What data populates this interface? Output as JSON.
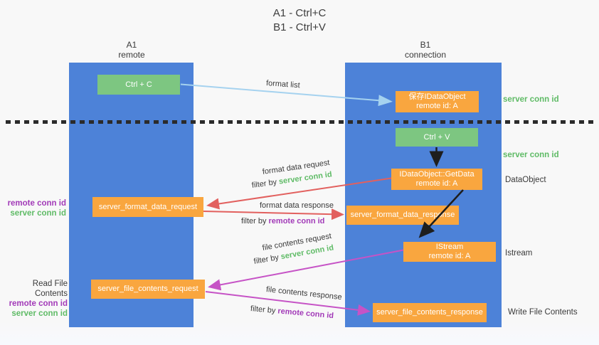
{
  "title": {
    "line1": "A1 - Ctrl+C",
    "line2": "B1 - Ctrl+V"
  },
  "lanes": {
    "left": {
      "id": "A1",
      "role": "remote"
    },
    "right": {
      "id": "B1",
      "role": "connection"
    }
  },
  "nodes": {
    "ctrl_c": "Ctrl + C",
    "ctrl_v": "Ctrl + V",
    "save_idataobject": {
      "line1": "保存IDataObject",
      "line2": "remote id: A"
    },
    "getdata": {
      "line1": "IDataObject::GetData",
      "line2": "remote id: A"
    },
    "format_request": "server_format_data_request",
    "format_response": "server_format_data_response",
    "istream": {
      "line1": "IStream",
      "line2": "remote id: A"
    },
    "file_request": "server_file_contents_request",
    "file_response": "server_file_contents_response"
  },
  "edge_labels": {
    "format_list": "format list",
    "format_data_request": "format data request",
    "format_data_response": "format data response",
    "file_contents_request": "file contents request",
    "file_contents_response": "file contents response",
    "filter_by": "filter by",
    "server_conn_id": "server conn id",
    "remote_conn_id": "remote conn id"
  },
  "side_labels": {
    "server_conn_id_top": "server conn id",
    "server_conn_id_mid": "server conn id",
    "dataobject": "DataObject",
    "istream": "Istream",
    "write_file_contents": "Write File Contents",
    "read_file_contents": "Read File Contents",
    "remote_conn_id": "remote conn id",
    "server_conn_id": "server conn id"
  },
  "colors": {
    "lane_blue": "#4d82d8",
    "node_green": "#7dc681",
    "node_orange": "#f9a63f",
    "arrow_light_blue": "#a5d2ef",
    "arrow_red": "#e2605e",
    "arrow_magenta": "#c653c6",
    "arrow_black": "#1e1e1e",
    "text_green": "#5fbb66",
    "text_purple": "#a23ab8",
    "text_dark": "#3a3a3a"
  }
}
